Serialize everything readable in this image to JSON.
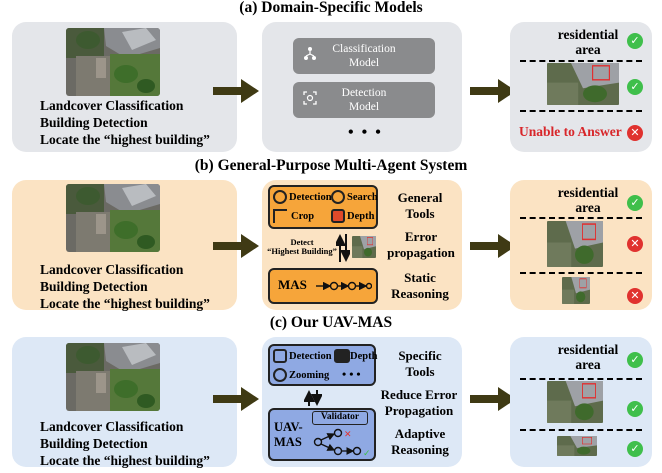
{
  "titles": {
    "a": "(a) Domain-Specific Models",
    "b": "(b) General-Purpose Multi-Agent System",
    "c": "(c) Our UAV-MAS"
  },
  "tasks": {
    "line1": "Landcover Classification",
    "line2": "Building Detection",
    "line3": "Locate the “highest building”"
  },
  "section_a": {
    "models": [
      {
        "line1": "Classification",
        "line2": "Model",
        "icon": "hierarchy-icon"
      },
      {
        "line1": "Detection",
        "line2": "Model",
        "icon": "scan-icon"
      }
    ],
    "dots": "• • •",
    "output_label_1": "residential",
    "output_label_2": "area",
    "unable": "Unable to Answer"
  },
  "section_b": {
    "tools": [
      "Detection",
      "Search",
      "Crop",
      "Depth"
    ],
    "general_tools_1": "General",
    "general_tools_2": "Tools",
    "error_1": "Error",
    "error_2": "propagation",
    "detect_1": "Detect",
    "detect_2": "“Highest Building”",
    "mas": "MAS",
    "static_1": "Static",
    "static_2": "Reasoning",
    "output_label_1": "residential",
    "output_label_2": "area"
  },
  "section_c": {
    "tools": [
      "Detection",
      "Depth",
      "Zooming"
    ],
    "dots": "• • •",
    "specific_1": "Specific",
    "specific_2": "Tools",
    "reduce_1": "Reduce Error",
    "reduce_2": "Propagation",
    "adaptive_1": "Adaptive",
    "adaptive_2": "Reasoning",
    "validator": "Validator",
    "uav_1": "UAV-",
    "uav_2": "MAS",
    "output_label_1": "residential",
    "output_label_2": "area"
  },
  "colors": {
    "arrow": "#3f3a14",
    "check": "#3fbf4b",
    "cross": "#e0322f",
    "orange_panel": "#fbe3c3",
    "blue_panel": "#dde8f6",
    "gray_panel": "#e4e6ea"
  }
}
